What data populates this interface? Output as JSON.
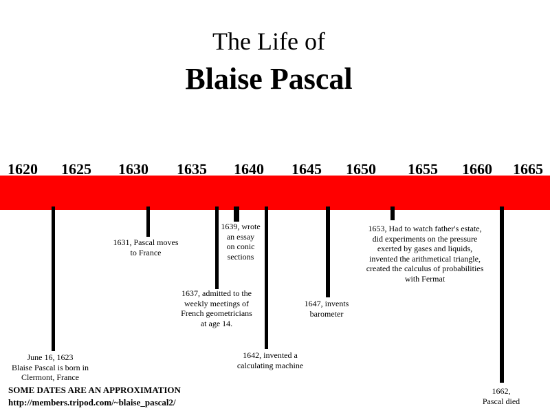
{
  "title": {
    "line1": "The Life of",
    "line2": "Blaise Pascal"
  },
  "axis_years": [
    "1620",
    "1625",
    "1630",
    "1635",
    "1640",
    "1645",
    "1650",
    "1655",
    "1660",
    "1665"
  ],
  "band_color": "#ff0000",
  "events": [
    {
      "year": 1623,
      "text": "June 16, 1623\nBlaise Pascal is born in\nClermont, France"
    },
    {
      "year": 1631,
      "text": "1631, Pascal moves\nto France"
    },
    {
      "year": 1637,
      "text": "1637, admitted to the\nweekly meetings of\nFrench geometricians\nat age 14."
    },
    {
      "year": 1639,
      "text": "1639, wrote\nan essay\non conic\nsections"
    },
    {
      "year": 1642,
      "text": "1642, invented a\ncalculating machine"
    },
    {
      "year": 1647,
      "text": "1647, invents\nbarometer"
    },
    {
      "year": 1653,
      "text": "1653, Had to watch father's estate,\ndid experiments on the pressure\nexerted by gases and liquids,\ninvented the arithmetical triangle,\ncreated the calculus of probabilities\nwith Fermat"
    },
    {
      "year": 1662,
      "text": "1662,\nPascal died"
    }
  ],
  "footer": {
    "note": "SOME DATES ARE AN APPROXIMATION",
    "url": "http://members.tripod.com/~blaise_pascal2/"
  }
}
